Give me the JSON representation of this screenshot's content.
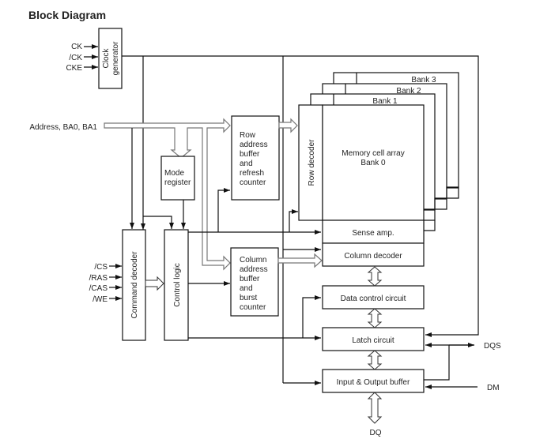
{
  "title": "Block Diagram",
  "inputs": {
    "clock": [
      "CK",
      "/CK",
      "CKE"
    ],
    "address": "Address, BA0, BA1",
    "command": [
      "/CS",
      "/RAS",
      "/CAS",
      "/WE"
    ]
  },
  "blocks": {
    "clock_generator": [
      "Clock",
      "generator"
    ],
    "mode_register": [
      "Mode",
      "register"
    ],
    "command_decoder": "Command decoder",
    "control_logic": "Control logic",
    "row_address_buffer": [
      "Row",
      "address",
      "buffer",
      "and",
      "refresh",
      "counter"
    ],
    "column_address_buffer": [
      "Column",
      "address",
      "buffer",
      "and",
      "burst",
      "counter"
    ],
    "row_decoder": "Row decoder",
    "memory_array": [
      "Memory cell array",
      "Bank 0"
    ],
    "banks": [
      "Bank 1",
      "Bank 2",
      "Bank 3"
    ],
    "sense_amp": "Sense amp.",
    "column_decoder": "Column decoder",
    "data_control": "Data control circuit",
    "latch": "Latch circuit",
    "io_buffer": "Input & Output buffer"
  },
  "outputs": {
    "dqs": "DQS",
    "dm": "DM",
    "dq": "DQ"
  }
}
